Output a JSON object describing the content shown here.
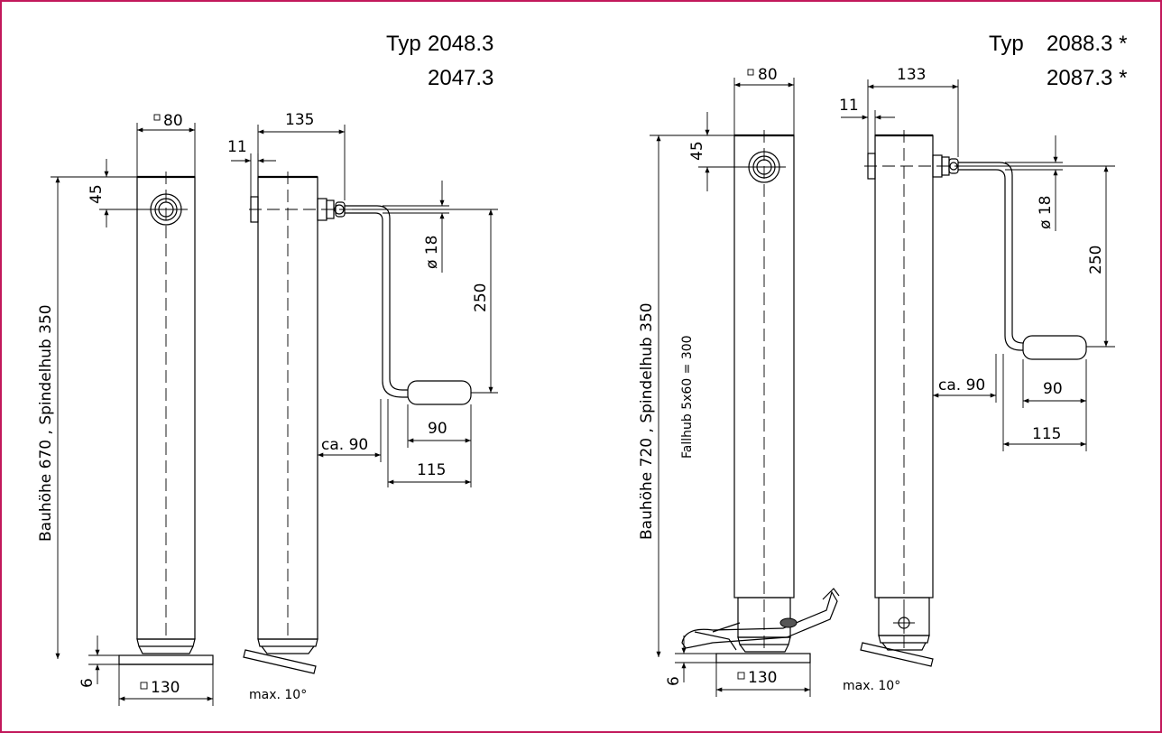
{
  "colors": {
    "frame": "#c2185b",
    "ink": "#000000",
    "background": "#ffffff"
  },
  "left": {
    "type_label": "Typ",
    "type_codes": [
      "2048.3",
      "2047.3"
    ],
    "dim_width": "80",
    "dim_45": "45",
    "dim_135": "135",
    "dim_11": "11",
    "dim_dia18": "ø 18",
    "dim_250": "250",
    "dim_ca90": "ca. 90",
    "dim_90": "90",
    "dim_115": "115",
    "height_label": "Bauhöhe 670 , Spindelhub 350",
    "dim_6": "6",
    "dim_130": "130",
    "max_angle": "max. 10°"
  },
  "right": {
    "type_label": "Typ",
    "type_codes": [
      "2088.3 *",
      "2087.3 *"
    ],
    "dim_width": "80",
    "dim_45": "45",
    "dim_133": "133",
    "dim_11": "11",
    "dim_dia18": "ø 18",
    "dim_250": "250",
    "dim_ca90": "ca. 90",
    "dim_90": "90",
    "dim_115": "115",
    "height_label": "Bauhöhe 720 , Spindelhub 350",
    "fallhub_label": "Fallhub 5x60 = 300",
    "dim_6": "6",
    "dim_130": "130",
    "max_angle": "max. 10°"
  }
}
